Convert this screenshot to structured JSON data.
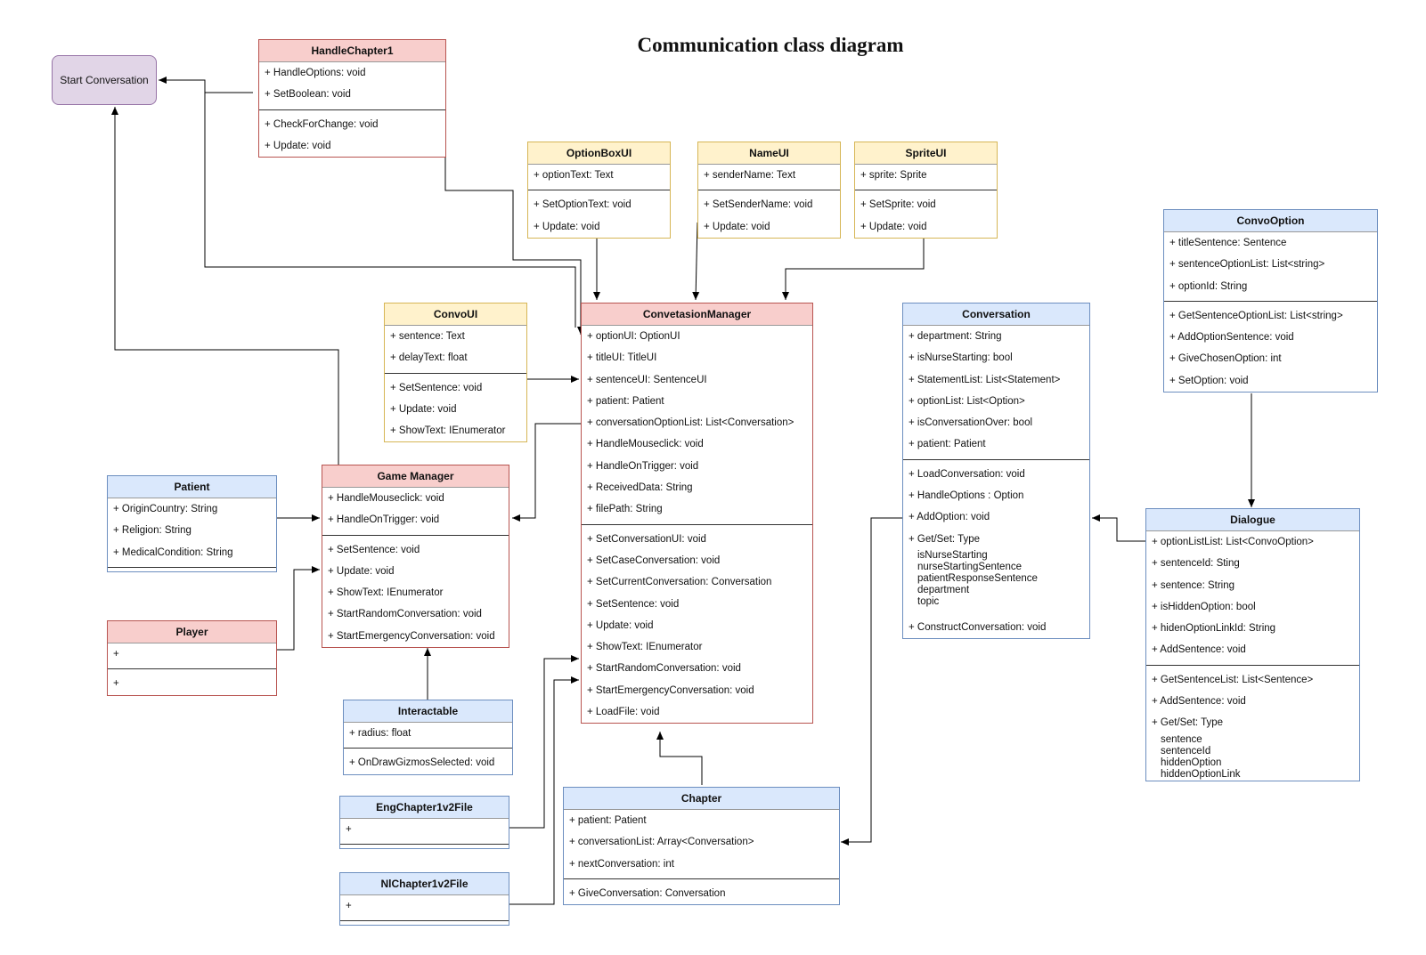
{
  "title": "Communication class diagram",
  "start_conversation": "Start Conversation",
  "colors": {
    "red": "#f8cecc",
    "yellow": "#fff2cc",
    "blue": "#dae8fc",
    "purple": "#e1d5e7"
  },
  "classes": {
    "handlechapter1": {
      "name": "HandleChapter1",
      "attributes": [
        "+ HandleOptions: void",
        "+ SetBoolean: void"
      ],
      "methods": [
        "+ CheckForChange: void",
        "+ Update: void"
      ]
    },
    "optionboxui": {
      "name": "OptionBoxUI",
      "attributes": [
        "+ optionText: Text"
      ],
      "methods": [
        "+ SetOptionText: void",
        "+ Update: void"
      ]
    },
    "nameui": {
      "name": "NameUI",
      "attributes": [
        "+ senderName: Text"
      ],
      "methods": [
        "+ SetSenderName: void",
        "+ Update: void"
      ]
    },
    "spriteui": {
      "name": "SpriteUI",
      "attributes": [
        "+ sprite: Sprite"
      ],
      "methods": [
        "+ SetSprite: void",
        "+ Update: void"
      ]
    },
    "convooption": {
      "name": "ConvoOption",
      "attributes": [
        "+ titleSentence: Sentence",
        "+ sentenceOptionList: List<string>",
        "+ optionId: String"
      ],
      "methods": [
        "+ GetSentenceOptionList: List<string>",
        "+ AddOptionSentence: void",
        "+ GiveChosenOption: int",
        "+ SetOption: void"
      ]
    },
    "convoui": {
      "name": "ConvoUI",
      "attributes": [
        "+ sentence: Text",
        "+ delayText: float"
      ],
      "methods": [
        "+ SetSentence: void",
        "+ Update: void",
        "+ ShowText: IEnumerator"
      ]
    },
    "conversationmanager": {
      "name": "ConvetasionManager",
      "attributes": [
        "+ optionUI: OptionUI",
        "+ titleUI: TitleUI",
        "+ sentenceUI: SentenceUI",
        "+ patient: Patient",
        "+ conversationOptionList: List<Conversation>",
        "+ HandleMouseclick: void",
        "+ HandleOnTrigger: void",
        "+ ReceivedData: String",
        "+ filePath: String"
      ],
      "methods": [
        "+ SetConversationUI: void",
        "+ SetCaseConversation: void",
        "+ SetCurrentConversation: Conversation",
        "+ SetSentence: void",
        "+ Update: void",
        "+ ShowText: IEnumerator",
        "+ StartRandomConversation: void",
        "+ StartEmergencyConversation: void",
        "+ LoadFile: void"
      ]
    },
    "conversation": {
      "name": "Conversation",
      "attributes": [
        "+ department: String",
        "+ isNurseStarting: bool",
        "+ StatementList: List<Statement>",
        "+ optionList: List<Option>",
        "+ isConversationOver: bool",
        "+ patient: Patient"
      ],
      "methods": [
        "+ LoadConversation: void",
        "+ HandleOptions : Option",
        "+ AddOption: void",
        "+ Get/Set: Type"
      ],
      "getset": [
        "isNurseStarting",
        "nurseStartingSentence",
        "patientResponseSentence",
        "department",
        "topic"
      ],
      "methods2": [
        "+ ConstructConversation: void"
      ]
    },
    "patient": {
      "name": "Patient",
      "attributes": [
        "+ OriginCountry: String",
        "+ Religion: String",
        "+ MedicalCondition: String"
      ],
      "methods": []
    },
    "gamemanager": {
      "name": "Game Manager",
      "attributes": [
        "+ HandleMouseclick: void",
        "+ HandleOnTrigger: void"
      ],
      "methods": [
        "+ SetSentence: void",
        "+ Update: void",
        "+ ShowText: IEnumerator",
        "+ StartRandomConversation: void",
        "+ StartEmergencyConversation: void"
      ]
    },
    "player": {
      "name": "Player",
      "attributes": [
        "+"
      ],
      "methods": [
        "+"
      ]
    },
    "interactable": {
      "name": "Interactable",
      "attributes": [
        "+ radius: float"
      ],
      "methods": [
        "+ OnDrawGizmosSelected: void"
      ]
    },
    "engchapter": {
      "name": "EngChapter1v2File",
      "attributes": [
        "+"
      ],
      "methods": []
    },
    "nlchapter": {
      "name": "NlChapter1v2File",
      "attributes": [
        "+"
      ],
      "methods": []
    },
    "chapter": {
      "name": "Chapter",
      "attributes": [
        "+ patient: Patient",
        "+ conversationList: Array<Conversation>",
        "+ nextConversation: int"
      ],
      "methods": [
        "+ GiveConversation: Conversation"
      ]
    },
    "dialogue": {
      "name": "Dialogue",
      "attributes": [
        "+ optionListList: List<ConvoOption>",
        "+ sentenceId: Sting",
        "+ sentence: String",
        "+ isHiddenOption: bool",
        "+ hidenOptionLinkId: String",
        "+ AddSentence: void"
      ],
      "methods": [
        "+ GetSentenceList: List<Sentence>",
        "+ AddSentence: void",
        "+ Get/Set: Type"
      ],
      "getset": [
        "sentence",
        "sentenceId",
        "hiddenOption",
        "hiddenOptionLink"
      ]
    }
  }
}
